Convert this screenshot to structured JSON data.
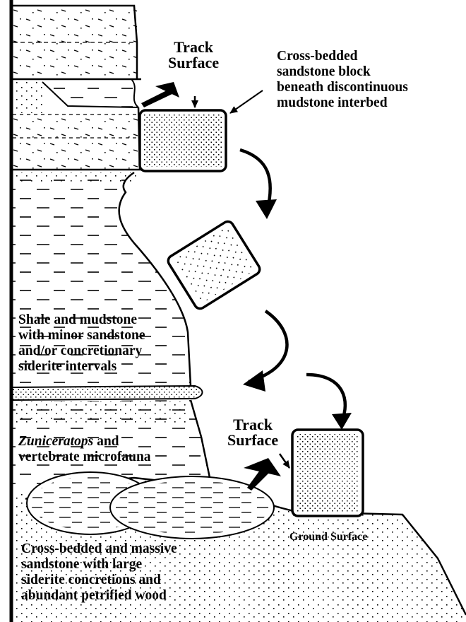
{
  "labels": {
    "top_track": [
      "Track",
      "Surface"
    ],
    "block_description": [
      "Cross-bedded",
      "sandstone block",
      "beneath discontinuous",
      "mudstone interbed"
    ],
    "shale": [
      "Shale and mudstone",
      "with minor sandstone",
      "and/or concretionary",
      "siderite intervals"
    ],
    "fauna_genus": "Zuniceratops",
    "fauna_rest": " and",
    "fauna_line2": "vertebrate microfauna",
    "bottom_track": [
      "Track",
      "Surface"
    ],
    "ground": "Ground Surface",
    "sandstone": [
      "Cross-bedded and massive",
      "sandstone with large",
      "siderite concretions and",
      "abundant petrified wood"
    ]
  },
  "colors": {
    "ink": "#000000",
    "paper": "#ffffff"
  }
}
